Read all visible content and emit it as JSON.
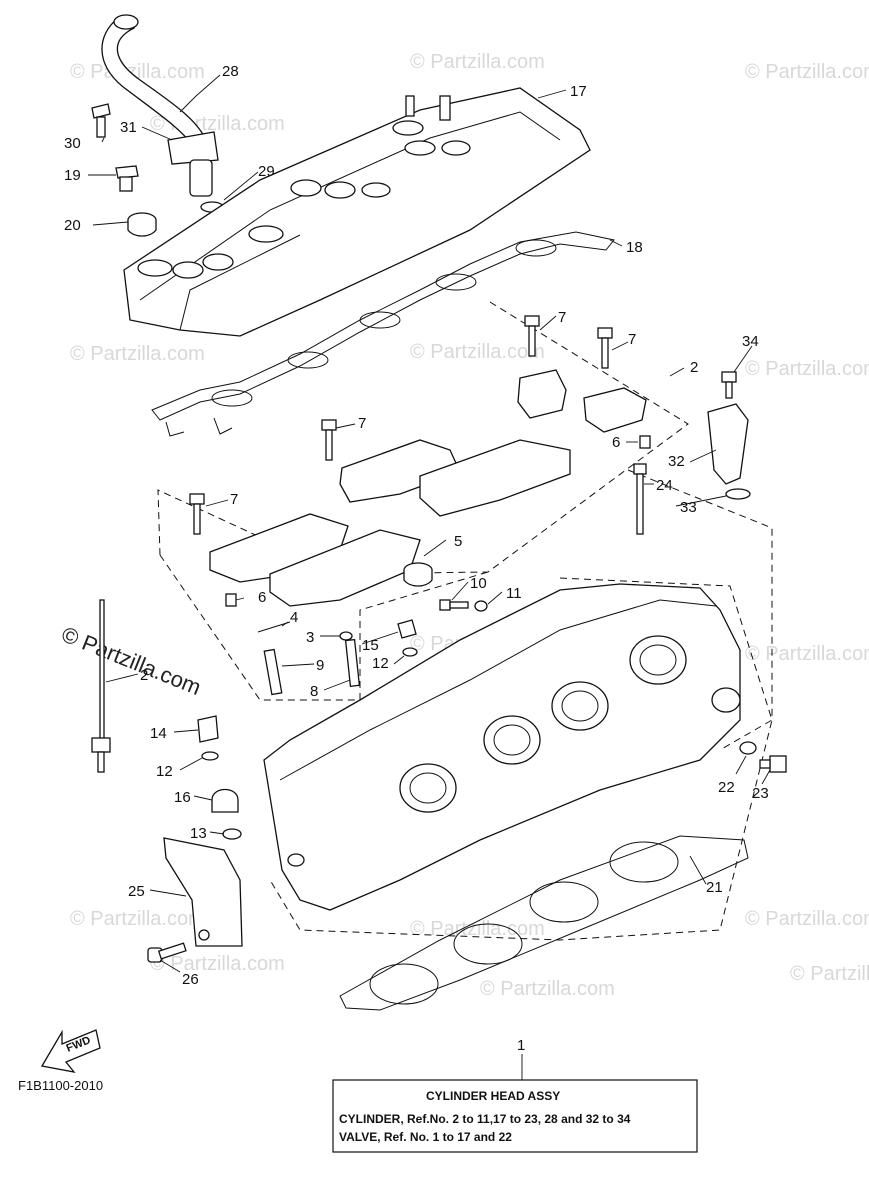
{
  "watermark": {
    "text": "© Partzilla.com",
    "copyright_symbol": "©",
    "main_text": "Partzilla.com"
  },
  "diagram_code": "F1B1100-2010",
  "fwd_label": "FWD",
  "assembly_box": {
    "ref_number": "1",
    "title": "CYLINDER HEAD ASSY",
    "line1": "CYLINDER, Ref.No. 2 to 11,17 to 23, 28 and 32 to 34",
    "line2": "VALVE, Ref. No. 1 to 17 and 22"
  },
  "callouts": {
    "c28": "28",
    "c17": "17",
    "c30": "30",
    "c31": "31",
    "c19": "19",
    "c29": "29",
    "c20": "20",
    "c18": "18",
    "c7a": "7",
    "c7b": "7",
    "c34": "34",
    "c2a": "2",
    "c7c": "7",
    "c6a": "6",
    "c32": "32",
    "c24": "24",
    "c7d": "7",
    "c33": "33",
    "c5": "5",
    "c6b": "6",
    "c10": "10",
    "c11": "11",
    "c4": "4",
    "c3": "3",
    "c15": "15",
    "c12a": "12",
    "c9": "9",
    "c2b": "2",
    "c8": "8",
    "c14": "14",
    "c12b": "12",
    "c16": "16",
    "c13": "13",
    "c22": "22",
    "c23": "23",
    "c25": "25",
    "c21": "21",
    "c26": "26"
  }
}
